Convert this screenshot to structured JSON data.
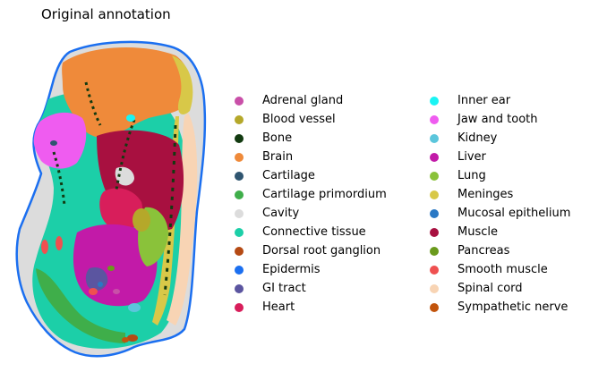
{
  "chart_data": {
    "type": "scatter",
    "title": "Original annotation",
    "xlabel": "",
    "ylabel": "",
    "grid": false,
    "legend_placement": "right",
    "legend_columns": 2,
    "series": [
      {
        "name": "Adrenal gland",
        "color": "#c94fa8"
      },
      {
        "name": "Blood vessel",
        "color": "#b5a82a"
      },
      {
        "name": "Bone",
        "color": "#123a10"
      },
      {
        "name": "Brain",
        "color": "#ef8a3a"
      },
      {
        "name": "Cartilage",
        "color": "#2f5570"
      },
      {
        "name": "Cartilage primordium",
        "color": "#3fae4a"
      },
      {
        "name": "Cavity",
        "color": "#dcdcdc"
      },
      {
        "name": "Connective tissue",
        "color": "#1ccfa8"
      },
      {
        "name": "Dorsal root ganglion",
        "color": "#b54a14"
      },
      {
        "name": "Epidermis",
        "color": "#1b6ff0"
      },
      {
        "name": "GI tract",
        "color": "#5b55a0"
      },
      {
        "name": "Heart",
        "color": "#d81e5b"
      },
      {
        "name": "Inner ear",
        "color": "#1af4f4"
      },
      {
        "name": "Jaw and tooth",
        "color": "#ef5cf0"
      },
      {
        "name": "Kidney",
        "color": "#5bc6dc"
      },
      {
        "name": "Liver",
        "color": "#c21aa8"
      },
      {
        "name": "Lung",
        "color": "#8ac23a"
      },
      {
        "name": "Meninges",
        "color": "#d8c848"
      },
      {
        "name": "Mucosal epithelium",
        "color": "#2a78c4"
      },
      {
        "name": "Muscle",
        "color": "#a81040"
      },
      {
        "name": "Pancreas",
        "color": "#6a9a1c"
      },
      {
        "name": "Smooth muscle",
        "color": "#ef5050"
      },
      {
        "name": "Spinal cord",
        "color": "#f8d4b4"
      },
      {
        "name": "Sympathetic nerve",
        "color": "#c2540c"
      }
    ]
  }
}
